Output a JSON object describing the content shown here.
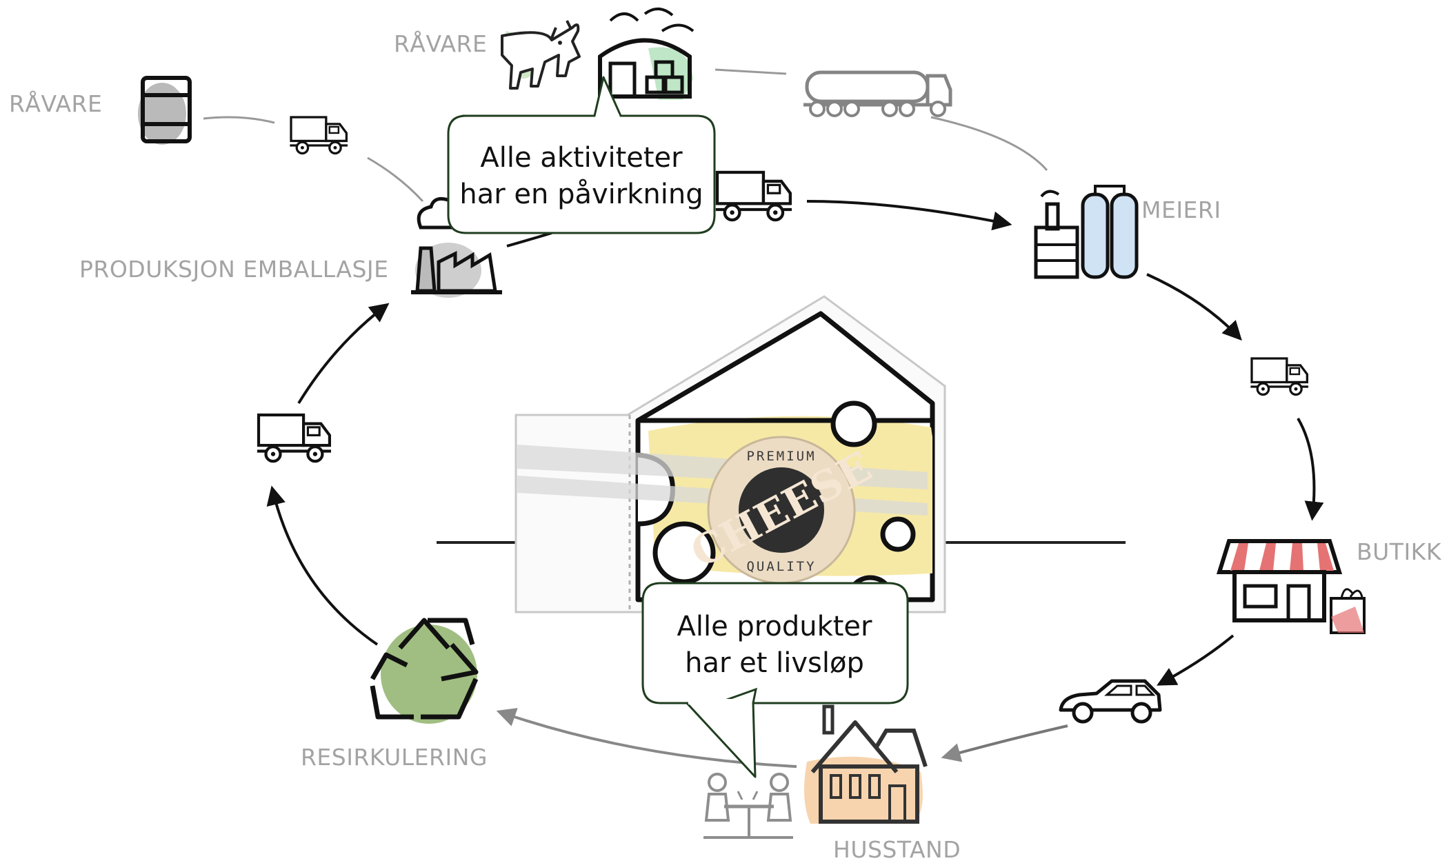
{
  "stages": {
    "ravare_oil": "RÅVARE",
    "ravare_milk": "RÅVARE",
    "meieri": "MEIERI",
    "butikk": "BUTIKK",
    "husstand": "HUSSTAND",
    "resirkulering": "RESIRKULERING",
    "produksjon_emballasje": "PRODUKSJON EMBALLASJE"
  },
  "callouts": {
    "top": {
      "line1": "Alle aktiviteter",
      "line2": "har en påvirkning"
    },
    "bottom": {
      "line1": "Alle produkter",
      "line2": "har et livsløp"
    }
  },
  "product": {
    "logo_text": "CHEESE",
    "badge_top": "PREMIUM",
    "badge_bottom": "QUALITY"
  },
  "icons": [
    "oil-barrel-icon",
    "cow-icon",
    "barn-icon",
    "tanker-truck-icon",
    "truck-icon",
    "dairy-factory-icon",
    "store-icon",
    "shopping-bag-icon",
    "car-icon",
    "house-icon",
    "dining-people-icon",
    "recycle-icon",
    "factory-icon",
    "cheese-package-icon"
  ],
  "colors": {
    "accent_green": "#8fb36b",
    "soft_green": "#c8e6c9",
    "cheese_yellow": "#f6e9a6",
    "house_orange": "#f5c99a",
    "store_red": "#e57373",
    "dairy_blue": "#cfe3f5",
    "callout_border": "#1f3d1f",
    "label_gray": "#a3a3a3"
  }
}
